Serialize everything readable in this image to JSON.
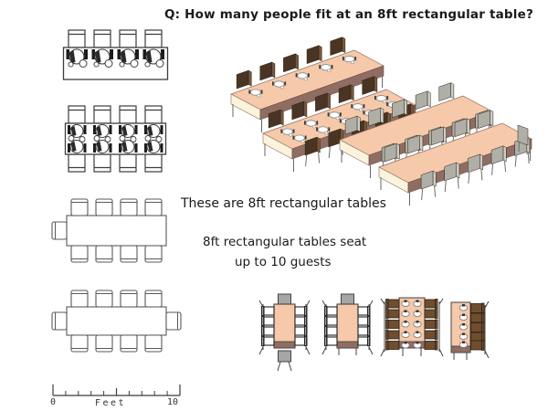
{
  "title": "Q: How many people fit at an 8ft rectangular table?",
  "captions": {
    "these_are": "These are 8ft rectangular tables",
    "seat_line1": "8ft rectangular tables seat",
    "seat_line2": "up to 10 guests"
  },
  "scale_ruler": {
    "start": "0",
    "end": "10",
    "unit": "Feet"
  },
  "colors": {
    "background": "#ffffff",
    "text": "#1a1a1a",
    "outline": "#3d3d3d",
    "table_top_peach": "#F5C9A9",
    "table_side_mauve": "#8F6D63",
    "table_edge_cream": "#FBF3DC",
    "chair_dark_brown": "#4A3423",
    "chair_dark_brown_side": "#77573A",
    "chair_gray": "#AFAFA7",
    "chair_gray_side": "#CDCDC5",
    "chair_head_gray": "#A6A6A6",
    "chair_small_brown": "#6F4E30",
    "plate_white": "#ffffff"
  },
  "diagrams": {
    "plan_views_left": [
      {
        "name": "table-set-one-side",
        "chairs": 4,
        "place_settings": 4
      },
      {
        "name": "table-set-both-sides",
        "chairs": 8,
        "place_settings": 8
      },
      {
        "name": "table-outline-9-chairs",
        "chairs": 9,
        "place_settings": 0
      },
      {
        "name": "table-outline-10-chairs",
        "chairs": 10,
        "place_settings": 0
      }
    ],
    "perspective_views_right": [
      {
        "name": "set-table-one-side",
        "set": true,
        "chair_color": "dark-brown"
      },
      {
        "name": "set-table-both-sides",
        "set": true,
        "chair_color": "dark-brown"
      },
      {
        "name": "empty-table-1",
        "set": false,
        "chair_color": "gray"
      },
      {
        "name": "empty-table-2-with-end-chair",
        "set": false,
        "chair_color": "gray"
      }
    ],
    "small_views_bottom_right": [
      {
        "name": "vertical-table-head-and-foot-chairs"
      },
      {
        "name": "vertical-table-head-chair"
      },
      {
        "name": "vertical-table-fully-set"
      },
      {
        "name": "vertical-table-set-one-side"
      }
    ]
  }
}
